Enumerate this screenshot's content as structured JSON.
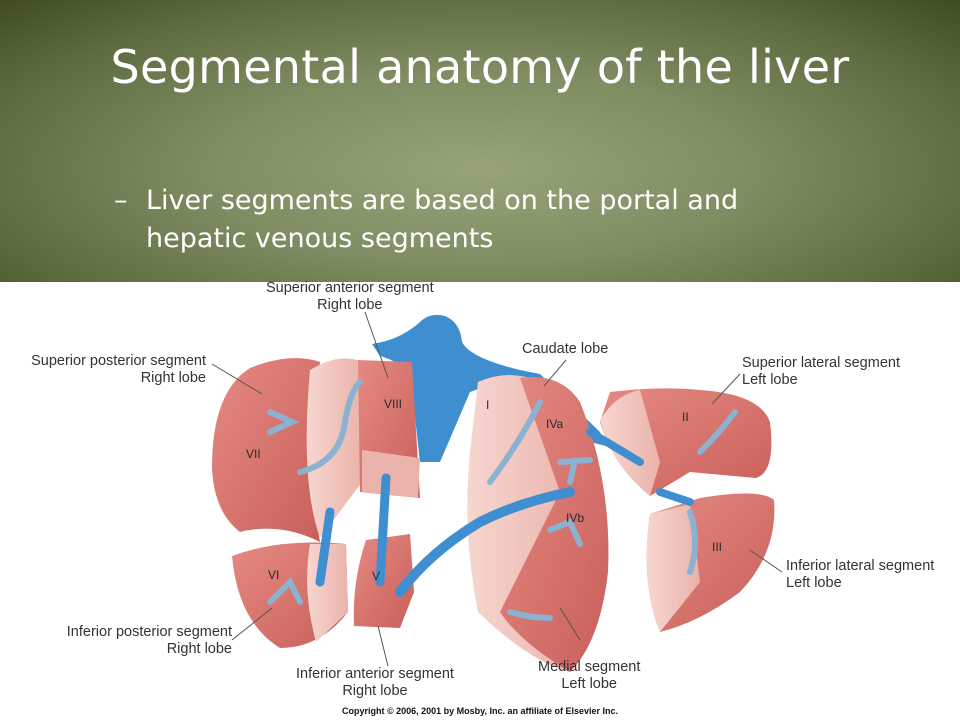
{
  "title": "Segmental anatomy of the liver",
  "bullet": {
    "dash": "–",
    "text": "Liver segments are based on the portal and hepatic venous segments"
  },
  "labels": {
    "superior_anterior": [
      "Superior anterior segment",
      "Right lobe"
    ],
    "superior_posterior": [
      "Superior posterior segment",
      "Right lobe"
    ],
    "caudate": [
      "Caudate lobe"
    ],
    "superior_lateral": [
      "Superior lateral segment",
      "Left lobe"
    ],
    "inferior_lateral": [
      "Inferior lateral segment",
      "Left lobe"
    ],
    "inferior_posterior": [
      "Inferior posterior segment",
      "Right lobe"
    ],
    "inferior_anterior": [
      "Inferior anterior segment",
      "Right lobe"
    ],
    "medial": [
      "Medial segment",
      "Left lobe"
    ]
  },
  "segments": {
    "vii": "VII",
    "viii": "VIII",
    "i": "I",
    "iva": "IVa",
    "ii": "II",
    "ivb": "IVb",
    "iii": "III",
    "vi": "VI",
    "v": "V"
  },
  "copyright": "Copyright © 2006, 2001 by Mosby, Inc. an affiliate of Elsevier Inc.",
  "colors": {
    "liver_dark": "#d9746f",
    "liver_light": "#f2c4bd",
    "vessel": "#3f8fd0",
    "vessel_light": "#7ab6dc"
  }
}
